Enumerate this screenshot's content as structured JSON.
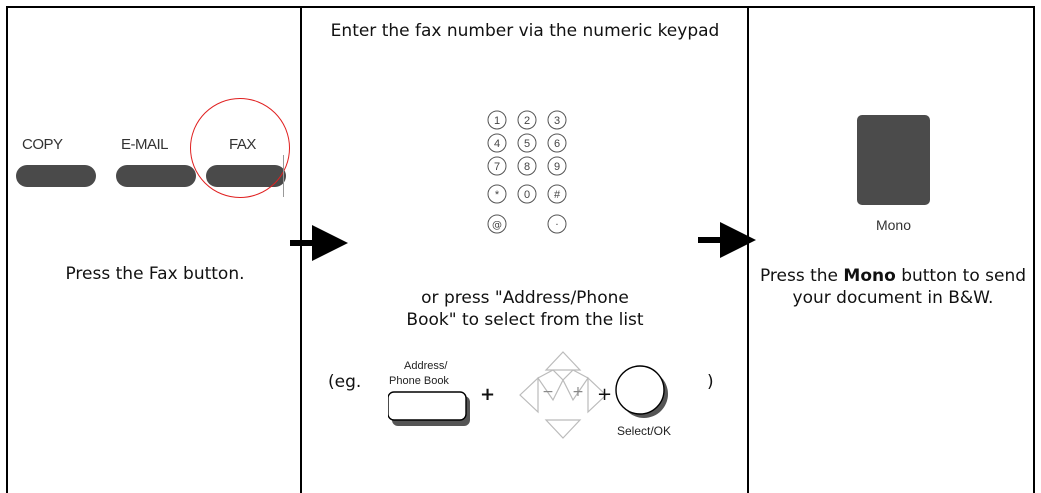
{
  "step1": {
    "buttons": [
      "COPY",
      "E-MAIL",
      "FAX"
    ],
    "caption": "Press the Fax button."
  },
  "step2": {
    "title": "Enter the fax number via the numeric keypad",
    "keypad": {
      "keys": [
        "1",
        "2",
        "3",
        "4",
        "5",
        "6",
        "7",
        "8",
        "9",
        "*",
        "0",
        "#"
      ]
    },
    "alt_text_line1": "or press \"Address/Phone",
    "alt_text_line2": "Book\" to select from the list",
    "example": {
      "open": "(eg.",
      "address_label_line1": "Address/",
      "address_label_line2": "Phone Book",
      "plus": "+",
      "minus_symbol": "−",
      "plus_symbol": "+",
      "select_label": "Select/OK",
      "close": ")"
    }
  },
  "step3": {
    "button_label": "Mono",
    "caption_pre": "Press the ",
    "caption_bold": "Mono",
    "caption_post": " button to send your document in B&W."
  },
  "colors": {
    "highlight_circle": "#e02020",
    "button_fill": "#4a4a4a"
  }
}
